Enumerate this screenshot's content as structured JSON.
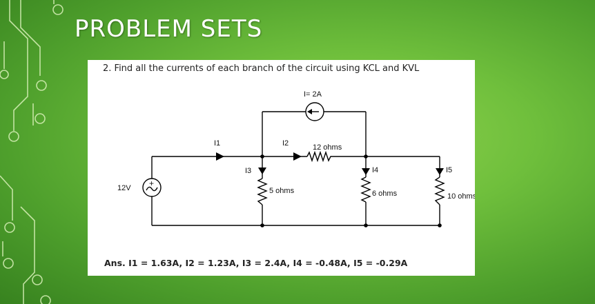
{
  "slide": {
    "title": "PROBLEM SETS"
  },
  "problem": {
    "question": "2. Find all the currents of each branch of the circuit using KCL and KVL",
    "answer": "Ans.  I1 = 1.63A, I2 = 1.23A, I3 = 2.4A, I4 = -0.48A, I5 = -0.29A"
  },
  "circuit": {
    "source_current_label": "I= 2A",
    "voltage_source_label": "12V",
    "voltage_source_symbol": "+",
    "branch_labels": {
      "i1": "I1",
      "i2": "I2",
      "i3": "I3",
      "i4": "I4",
      "i5": "I5"
    },
    "resistor_labels": {
      "r12": "12 ohms",
      "r5": "5 ohms",
      "r6": "6 ohms",
      "r10": "10 ohms"
    }
  },
  "colors": {
    "background": "#6fbf3c",
    "title": "#ffffff",
    "panel": "#ffffff",
    "wire": "#000000"
  }
}
